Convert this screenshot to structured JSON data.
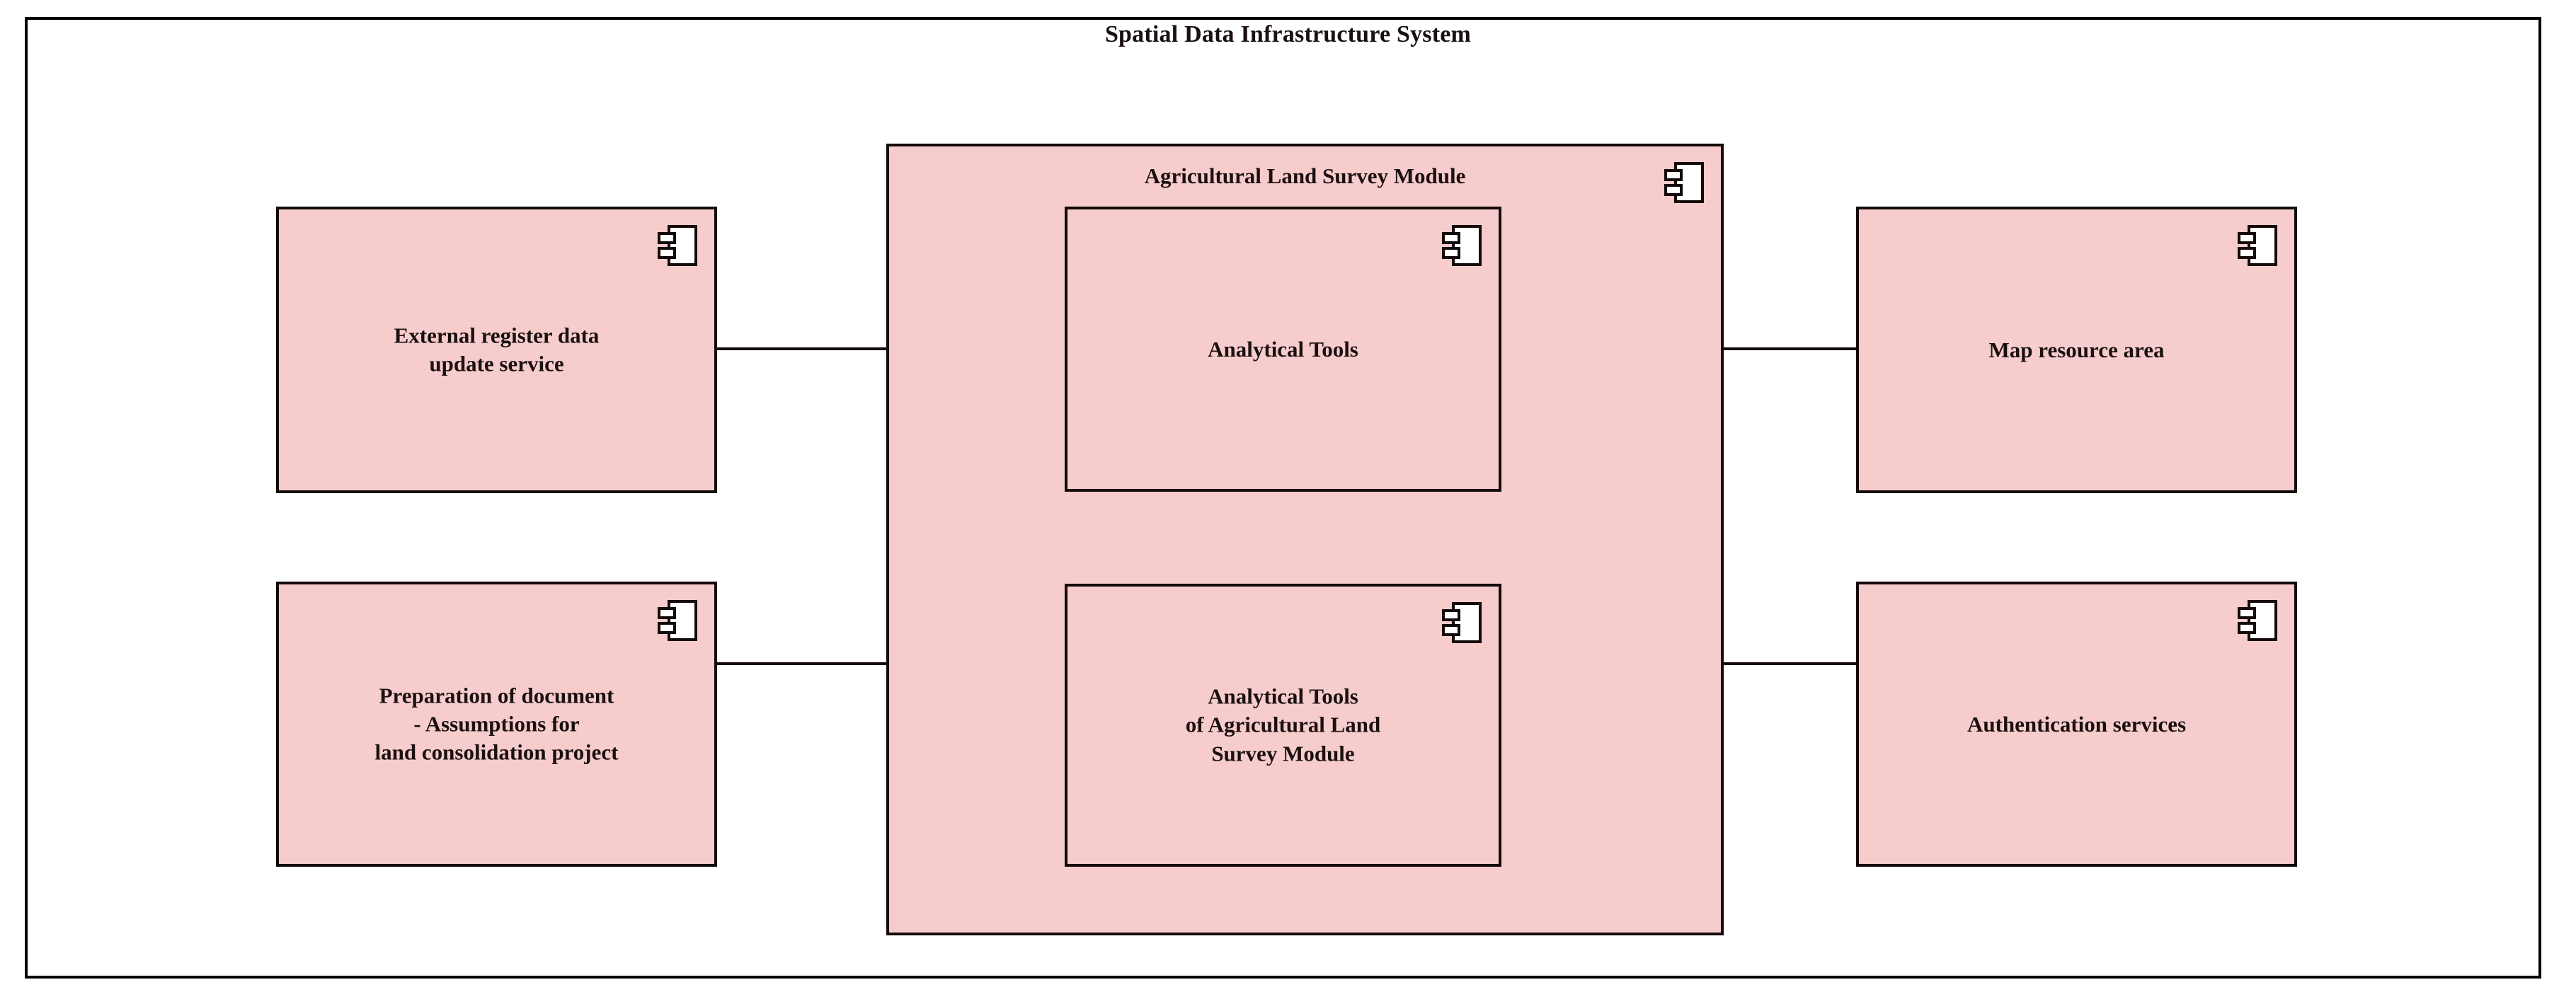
{
  "diagram": {
    "title": "Spatial Data Infrastructure System",
    "type": "uml-component-diagram",
    "fill_color": "#F7CCCC",
    "border_color": "#140A0A",
    "background_color": "#FFFFFF"
  },
  "container": {
    "title": "Agricultural Land Survey Module",
    "icon": "uml-component-icon",
    "children": [
      {
        "id": "analytical-tools",
        "label": "Analytical Tools",
        "icon": "uml-component-icon"
      },
      {
        "id": "analytical-tools-of-module",
        "label": "Analytical Tools\nof Agricultural Land\nSurvey Module",
        "icon": "uml-component-icon"
      }
    ]
  },
  "components": {
    "external_register": {
      "id": "external-register-data-update-service",
      "label": "External register data\nupdate service",
      "icon": "uml-component-icon"
    },
    "preparation_document": {
      "id": "preparation-of-document",
      "label": "Preparation of document\n- Assumptions for\nland consolidation project",
      "icon": "uml-component-icon"
    },
    "map_resource": {
      "id": "map-resource-area",
      "label": "Map resource area",
      "icon": "uml-component-icon"
    },
    "authentication": {
      "id": "authentication-services",
      "label": "Authentication services",
      "icon": "uml-component-icon"
    }
  },
  "connectors": [
    {
      "id": "external-register-to-analytical-tools",
      "from": "external-register-data-update-service",
      "to": "analytical-tools",
      "orientation": "horizontal"
    },
    {
      "id": "analytical-tools-to-map-resource",
      "from": "analytical-tools",
      "to": "map-resource-area",
      "orientation": "horizontal"
    },
    {
      "id": "preparation-to-module-tools",
      "from": "preparation-of-document",
      "to": "analytical-tools-of-module",
      "orientation": "horizontal"
    },
    {
      "id": "module-tools-to-authentication",
      "from": "analytical-tools-of-module",
      "to": "authentication-services",
      "orientation": "horizontal"
    },
    {
      "id": "analytical-tools-to-module-tools",
      "from": "analytical-tools",
      "to": "analytical-tools-of-module",
      "orientation": "vertical"
    }
  ]
}
